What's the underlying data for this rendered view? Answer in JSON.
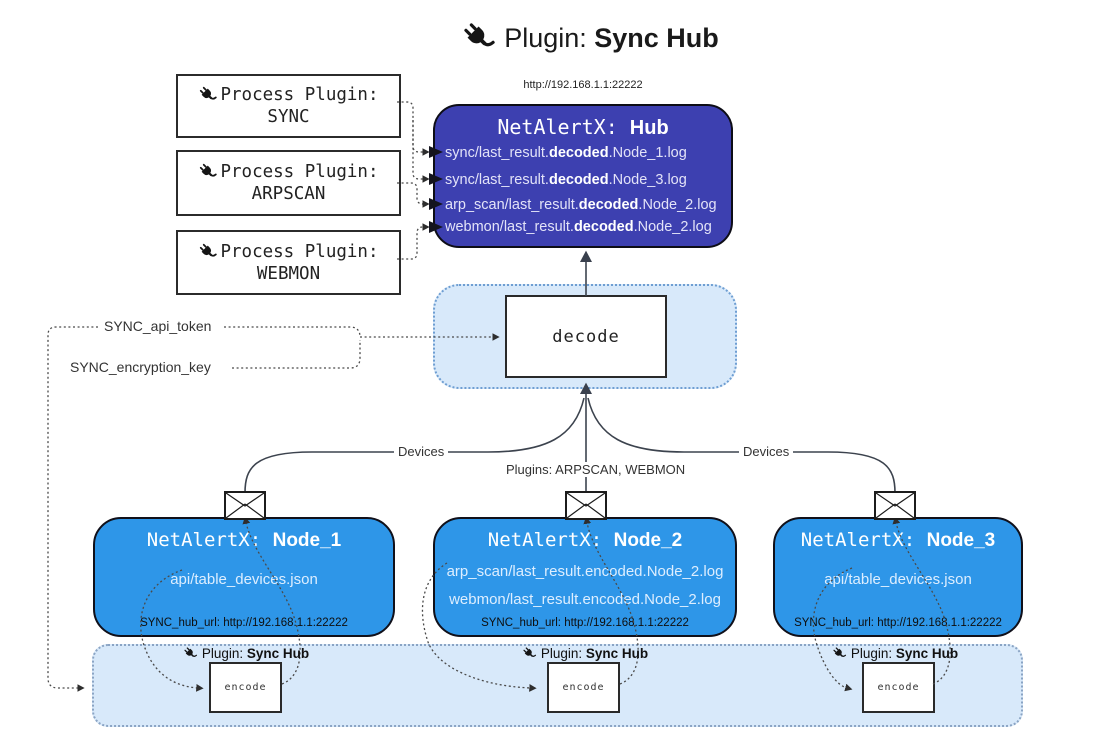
{
  "title": {
    "prefix": "Plugin: ",
    "bold": "Sync Hub"
  },
  "icons": {
    "plug": "plug-icon",
    "envelope": "envelope-icon"
  },
  "process_plugins": [
    {
      "label": "Process Plugin:",
      "name": "SYNC"
    },
    {
      "label": "Process Plugin:",
      "name": "ARPSCAN"
    },
    {
      "label": "Process Plugin:",
      "name": "WEBMON"
    }
  ],
  "hub": {
    "url": "http://192.168.1.1:22222",
    "title_prefix": "NetAlertX: ",
    "title_bold": "Hub",
    "logs": [
      {
        "pre": "sync/last_result.",
        "bold": "decoded",
        "post": ".Node_1.log"
      },
      {
        "pre": "sync/last_result.",
        "bold": "decoded",
        "post": ".Node_3.log"
      },
      {
        "pre": "arp_scan/last_result.",
        "bold": "decoded",
        "post": ".Node_2.log"
      },
      {
        "pre": "webmon/last_result.",
        "bold": "decoded",
        "post": ".Node_2.log"
      }
    ]
  },
  "decode": {
    "label": "decode"
  },
  "tokens": {
    "api_token": "SYNC_api_token",
    "encryption_key": "SYNC_encryption_key"
  },
  "edges": {
    "devices_left": "Devices",
    "devices_right": "Devices",
    "plugins_mid": "Plugins: ARPSCAN, WEBMON"
  },
  "nodes": [
    {
      "title_prefix": "NetAlertX: ",
      "title_bold": "Node_1",
      "lines": [
        "api/table_devices.json"
      ],
      "hub_url": "SYNC_hub_url: http://192.168.1.1:22222"
    },
    {
      "title_prefix": "NetAlertX: ",
      "title_bold": "Node_2",
      "lines": [
        "arp_scan/last_result.encoded.Node_2.log",
        "webmon/last_result.encoded.Node_2.log"
      ],
      "hub_url": "SYNC_hub_url: http://192.168.1.1:22222"
    },
    {
      "title_prefix": "NetAlertX: ",
      "title_bold": "Node_3",
      "lines": [
        "api/table_devices.json"
      ],
      "hub_url": "SYNC_hub_url: http://192.168.1.1:22222"
    }
  ],
  "encoders": [
    {
      "plugin_prefix": "Plugin: ",
      "plugin_bold": "Sync Hub",
      "label": "encode"
    },
    {
      "plugin_prefix": "Plugin: ",
      "plugin_bold": "Sync Hub",
      "label": "encode"
    },
    {
      "plugin_prefix": "Plugin: ",
      "plugin_bold": "Sync Hub",
      "label": "encode"
    }
  ],
  "colors": {
    "hub_bg": "#3d40b0",
    "node_bg": "#2e96e8",
    "band_bg": "#d8e9fa",
    "band_border": "#7fa3cc",
    "ink": "#1d1d1d"
  }
}
